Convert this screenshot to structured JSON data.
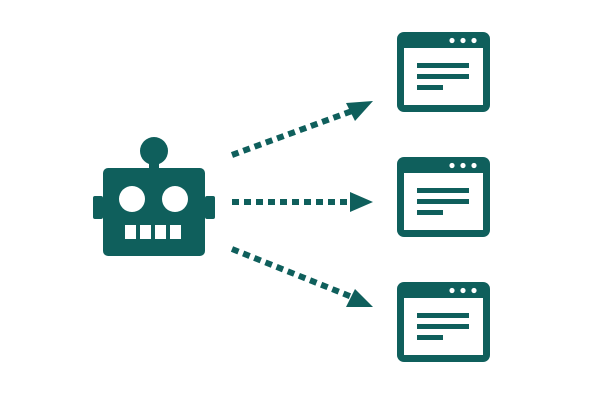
{
  "colors": {
    "primary": "#0f5f5c",
    "background": "#ffffff"
  },
  "icons": {
    "source": "robot-icon",
    "target": "browser-window-icon",
    "connector": "dotted-arrow"
  },
  "targets": [
    {
      "id": "window-1"
    },
    {
      "id": "window-2"
    },
    {
      "id": "window-3"
    }
  ]
}
